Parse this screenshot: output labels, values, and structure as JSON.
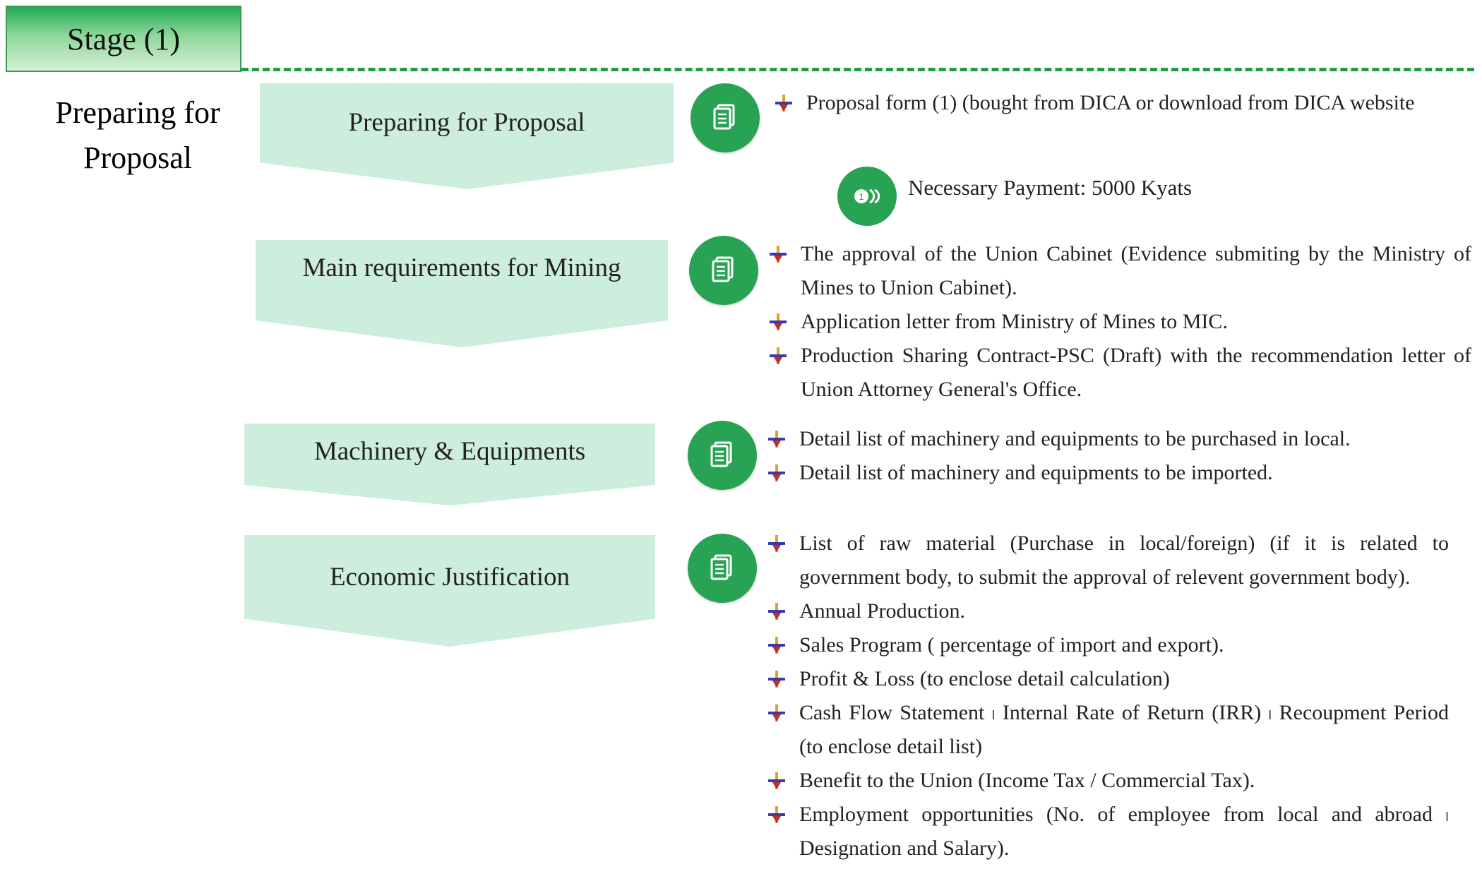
{
  "stage": {
    "label": "Stage (1)"
  },
  "section": {
    "title": "Preparing for Proposal"
  },
  "steps": [
    {
      "label": "Preparing for Proposal",
      "icon": "document-icon",
      "items": [
        "Proposal form (1) (bought from DICA or download from DICA website"
      ],
      "payment": {
        "icon": "coins-icon",
        "text": "Necessary Payment: 5000 Kyats"
      }
    },
    {
      "label": "Main requirements for Mining",
      "icon": "document-icon",
      "items": [
        "The approval of the Union Cabinet (Evidence submiting by the Ministry of Mines to Union Cabinet).",
        "Application letter from Ministry of Mines to MIC.",
        "Production Sharing Contract-PSC (Draft) with the recommendation letter of Union Attorney General's Office."
      ]
    },
    {
      "label": "Machinery & Equipments",
      "icon": "document-icon",
      "items": [
        "Detail list of machinery and equipments to be purchased in local.",
        "Detail list of machinery and equipments to be imported."
      ]
    },
    {
      "label": "Economic Justification",
      "icon": "document-icon",
      "items": [
        "List of raw material (Purchase in local/foreign) (if it is related to government body, to submit the approval of relevent government body).",
        "Annual Production.",
        "Sales Program ( percentage of import and export).",
        "Profit & Loss (to enclose detail calculation)",
        "Cash Flow Statement ၊ Internal Rate of Return (IRR) ၊ Recoupment Period (to enclose detail list)",
        "Benefit to the Union (Income Tax / Commercial Tax).",
        "Employment opportunities (No. of employee  from local and abroad ၊ Designation and Salary)."
      ]
    }
  ],
  "colors": {
    "accent": "#27a353",
    "arrow_fill": "#cdeedc",
    "dash": "#1e9d45"
  }
}
